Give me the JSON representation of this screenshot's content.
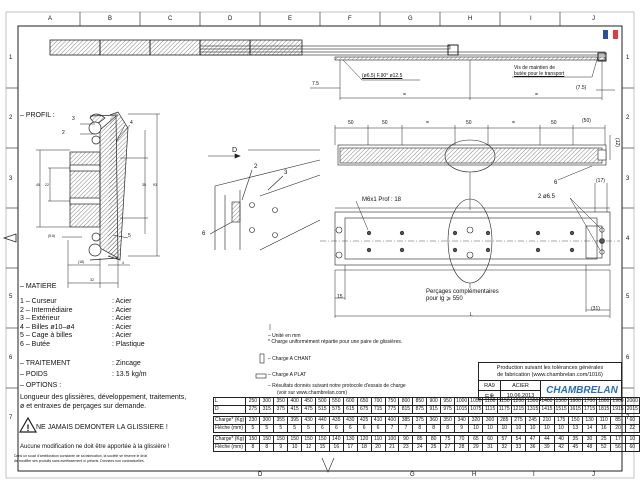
{
  "frame": {
    "columns": [
      "A",
      "B",
      "C",
      "D",
      "E",
      "F",
      "G",
      "H",
      "I",
      "J"
    ],
    "rows": [
      "1",
      "2",
      "3",
      "4",
      "5",
      "6",
      "7"
    ],
    "bottom_columns": [
      "D",
      "G",
      "H",
      "I",
      "J"
    ]
  },
  "top_view": {
    "hole_note": "(ø6.5) F.90° ø12.5",
    "screw_note_1": "Vis de maintien de",
    "screw_note_2": "butée pour le transport",
    "dim_left": "7.5",
    "dim_right": "(7.5)",
    "equal_1": "=",
    "equal_2": "="
  },
  "profile": {
    "title": "– PROFIL :",
    "dims": {
      "h45": "45",
      "h22": "22",
      "h35": "35",
      "h93": "93",
      "d56": "(5.6)",
      "d18": "(18)",
      "d4": "4",
      "w32": "32"
    },
    "callouts": [
      "3",
      "2",
      "4",
      "5"
    ]
  },
  "iso": {
    "arrow_label": "D",
    "callouts": [
      "2",
      "3",
      "6"
    ]
  },
  "side_view": {
    "dims": [
      "50",
      "50",
      "=",
      "50",
      "=",
      "50",
      "(50)"
    ],
    "dim_12": "(12)",
    "callout": "6"
  },
  "bottom_view": {
    "thread_note": "M6x1 Prof : 18",
    "holes_note": "2 ø6.5",
    "dim_17": "(17)",
    "extra_1": "Perçages complémentaires",
    "extra_2": "pour lg ⩾ 550",
    "dim_15": "15",
    "dim_31": "(31)",
    "dim_L": "L"
  },
  "materials": {
    "title": "– MATIERE",
    "items": [
      {
        "label": "1 – Curseur",
        "value": ": Acier"
      },
      {
        "label": "2 – Intermédiaire",
        "value": ": Acier"
      },
      {
        "label": "3 – Extérieur",
        "value": ": Acier"
      },
      {
        "label": "4 – Billes ø10–ø4",
        "value": ": Acier"
      },
      {
        "label": "5 – Cage à billes",
        "value": ": Acier"
      },
      {
        "label": "6 – Butée",
        "value": ": Plastique"
      }
    ]
  },
  "treatment": {
    "label": "– TRAITEMENT",
    "value": ": Zincage"
  },
  "weight": {
    "label": "– POIDS",
    "value": ": 13.5 kg/m"
  },
  "options": {
    "label": "– OPTIONS :",
    "text1": "Longueur des glissières, développement, traitements,",
    "text2": "ø et entraxes de perçages sur demande."
  },
  "warning": {
    "text": "NE JAMAIS DEMONTER LA GLISSIERE !",
    "note": "Aucune modification ne doit être apportée à la glissière !",
    "legal1": "Dans un souci d'amélioration constante de sa fabrication, la société se réserve le droit",
    "legal2": "de modifier ses produits sans avertissement ni préavis. Données non contractuelles."
  },
  "notes": {
    "unit": "– Unité en mm",
    "load": "* Charge uniformément répartie pour une paire de glissières.",
    "edge": "– Charge A CHANT",
    "flat": "– Charge A PLAT",
    "results1": "– Résultats donnés suivant notre protocole d'essais de charge",
    "results2": "(voir sur www.chambrelan.com)"
  },
  "title_block": {
    "line1": "Production suivant les tolérances générales",
    "line2": "de fabrication (www.chambrelan.com/1016)",
    "ref": "RA9",
    "material": "ACIER",
    "date": "10.06.2013",
    "brand": "CHAMBRELAN"
  },
  "load_table": {
    "L_label": "L",
    "D_label": "D",
    "charge_label": "Charge* (Kg)",
    "fleche_label": "Flèche (mm)",
    "L": [
      "250",
      "300",
      "350",
      "400",
      "450",
      "500",
      "550",
      "600",
      "650",
      "700",
      "750",
      "800",
      "850",
      "900",
      "950",
      "1000",
      "1050",
      "1100",
      "1150",
      "1200",
      "1300",
      "1400",
      "1500",
      "1600",
      "1700",
      "1800",
      "1900",
      "2000"
    ],
    "D": [
      "275",
      "315",
      "375",
      "415",
      "475",
      "515",
      "575",
      "615",
      "675",
      "715",
      "775",
      "815",
      "875",
      "915",
      "975",
      "1015",
      "1075",
      "1115",
      "1175",
      "1215",
      "1315",
      "1415",
      "1515",
      "1615",
      "1715",
      "1815",
      "1915",
      "2015"
    ],
    "edge_charge": [
      "230",
      "300",
      "355",
      "395",
      "430",
      "440",
      "435",
      "430",
      "425",
      "410",
      "400",
      "385",
      "375",
      "360",
      "350",
      "340",
      "320",
      "300",
      "285",
      "275",
      "245",
      "210",
      "175",
      "150",
      "130",
      "110",
      "85",
      "60"
    ],
    "edge_fleche": [
      "5",
      "5",
      "5",
      "5",
      "5",
      "6",
      "6",
      "6",
      "6",
      "6",
      "7",
      "7",
      "8",
      "8",
      "8",
      "9",
      "10",
      "10",
      "10",
      "10",
      "10",
      "10",
      "10",
      "13",
      "14",
      "16",
      "20",
      "22"
    ],
    "flat_charge": [
      "150",
      "150",
      "150",
      "150",
      "150",
      "150",
      "140",
      "130",
      "120",
      "110",
      "100",
      "90",
      "85",
      "80",
      "75",
      "70",
      "65",
      "60",
      "57",
      "54",
      "47",
      "44",
      "40",
      "35",
      "30",
      "25",
      "17",
      "10"
    ],
    "flat_fleche": [
      "8",
      "8",
      "9",
      "10",
      "12",
      "15",
      "16",
      "17",
      "18",
      "20",
      "21",
      "23",
      "24",
      "25",
      "27",
      "28",
      "29",
      "31",
      "32",
      "33",
      "36",
      "39",
      "42",
      "45",
      "48",
      "52",
      "56",
      "60"
    ]
  },
  "colors": {
    "line": "#222222",
    "flag_blue": "#2b4ea0",
    "flag_red": "#e03a3a",
    "brand": "#2a6fb5"
  }
}
